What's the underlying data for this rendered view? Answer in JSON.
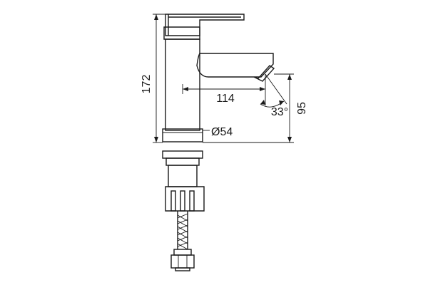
{
  "diagram": {
    "dimensions": {
      "height_total": "172",
      "spout_reach": "114",
      "spout_angle": "33°",
      "spout_height": "95",
      "base_diameter": "Ø54"
    }
  }
}
